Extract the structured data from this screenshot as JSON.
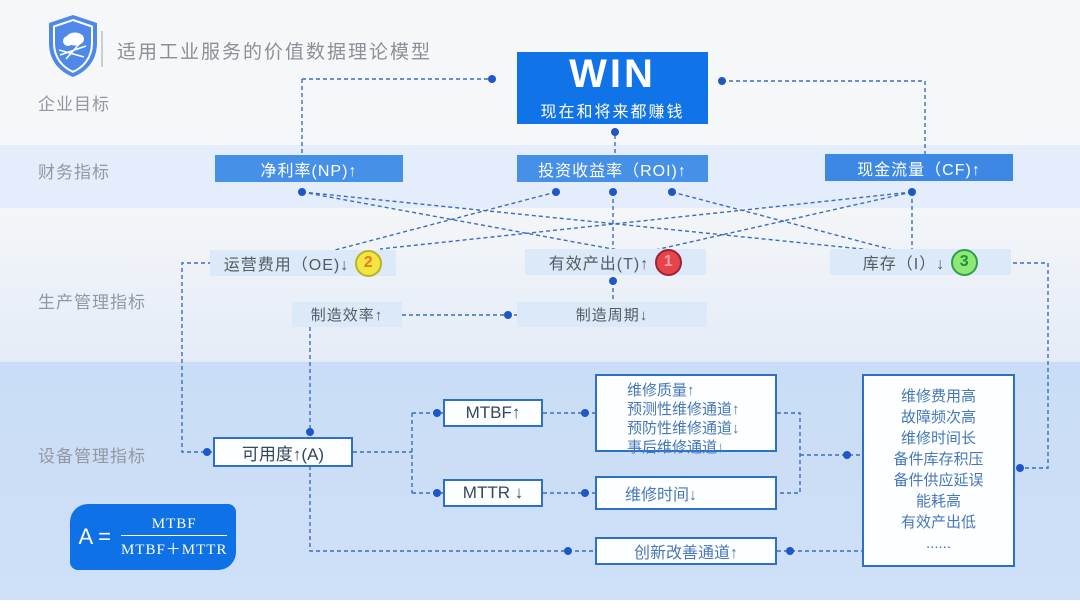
{
  "header": {
    "title": "适用工业服务的价值数据理论模型",
    "logo": "shield-cloud-icon"
  },
  "row_labels": {
    "goal": "企业目标",
    "financial": "财务指标",
    "production": "生产管理指标",
    "equipment": "设备管理指标"
  },
  "goal": {
    "title": "WIN",
    "subtitle": "现在和将来都赚钱"
  },
  "financial": {
    "np": "净利率(NP)↑",
    "roi": "投资收益率（ROI)↑",
    "cf": "现金流量（CF)↑"
  },
  "production": {
    "oe": {
      "label": "运营费用（OE)↓",
      "badge": "2"
    },
    "t": {
      "label": "有效产出(T)↑",
      "badge": "1"
    },
    "inv": {
      "label": "库存（I）↓",
      "badge": "3"
    },
    "efficiency": "制造效率↑",
    "cycle": "制造周期↓"
  },
  "equipment": {
    "availability": "可用度↑(A)",
    "mtbf": "MTBF↑",
    "mttr": "MTTR ↓",
    "maintenance_channels": [
      "维修质量↑",
      "预测性维修通道↑",
      "预防性维修通道↓",
      "事后维修通道↓"
    ],
    "repair_time": "维修时间↓",
    "innovation": "创新改善通道↑",
    "problems": [
      "维修费用高",
      "故障频次高",
      "维修时间长",
      "备件库存积压",
      "备件供应延误",
      "能耗高",
      "有效产出低",
      "......"
    ]
  },
  "formula": {
    "lhs": "A =",
    "numerator": "MTBF",
    "denominator": "MTBF＋MTTR"
  },
  "colors": {
    "primary_blue": "#1173e8",
    "financial_blue": "#4690e8",
    "light_box_blue": "#dbe9f8",
    "box_border_blue": "#2e6fc8",
    "wire_blue": "#3c6cc4",
    "badge1_red": "#e5444a",
    "badge2_yellow": "#f2e544",
    "badge3_green": "#8fe876"
  }
}
